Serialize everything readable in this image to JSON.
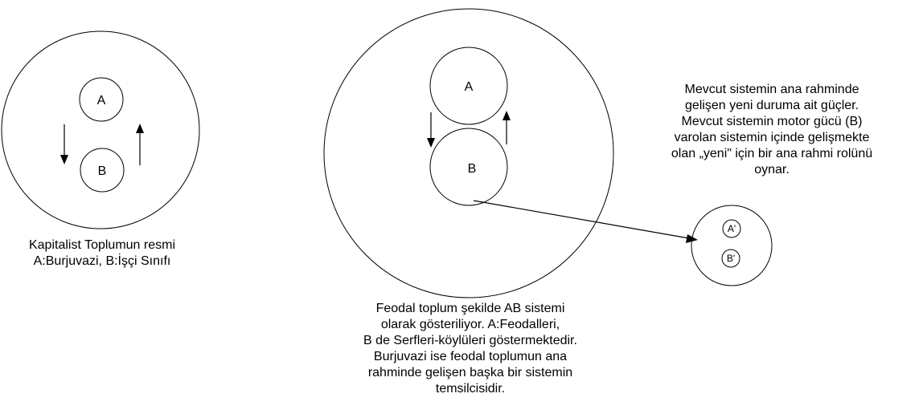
{
  "diagram": {
    "capitalist": {
      "node_a": "A",
      "node_b": "B"
    },
    "feudal": {
      "node_a": "A",
      "node_b": "B"
    },
    "emergent": {
      "node_a": "A'",
      "node_b": "B'"
    }
  },
  "captions": {
    "capitalist": [
      "Kapitalist Toplumun resmi",
      "A:Burjuvazi, B:İşçi Sınıfı"
    ],
    "feudal": [
      "Feodal toplum şekilde AB sistemi",
      "olarak gösteriliyor. A:Feodalleri,",
      "B de Serfleri-köylüleri göstermektedir.",
      "Burjuvazi ise feodal toplumun ana",
      "rahminde gelişen başka bir sistemin",
      "temsilcisidir."
    ],
    "emergent": [
      "Mevcut sistemin  ana rahminde",
      "gelişen yeni duruma ait güçler.",
      "Mevcut sistemin motor gücü (B)",
      "varolan sistemin içinde gelişmekte",
      "olan „yeni\" için bir ana rahmi rolünü",
      "oynar."
    ]
  }
}
